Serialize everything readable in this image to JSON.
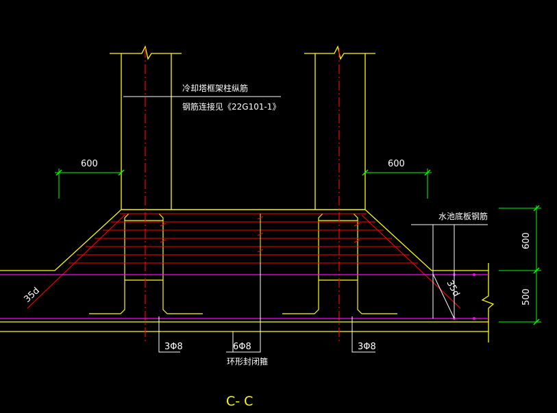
{
  "labels": {
    "column_rebar_line1": "冷却塔框架柱纵筋",
    "column_rebar_line2": "钢筋连接见《22G101-1》",
    "pool_bottom_rebar": "水池底板钢筋",
    "ring_stirrup": "环形封闭箍",
    "stirrup_left": "3Φ8",
    "stirrup_middle": "6Φ8",
    "stirrup_right": "3Φ8",
    "anchorage_left": "35d",
    "anchorage_right": "35d",
    "section_title": "C- C"
  },
  "dimensions": {
    "offset_left": "600",
    "offset_right": "600",
    "haunch_height": "600",
    "slab_thickness": "500"
  },
  "colors": {
    "background": "#000000",
    "outline": "#ffff00",
    "rebar": "#ff0000",
    "slab_rebar": "#ff00ff",
    "dimension": "#00ff00",
    "text": "#ffffff"
  }
}
